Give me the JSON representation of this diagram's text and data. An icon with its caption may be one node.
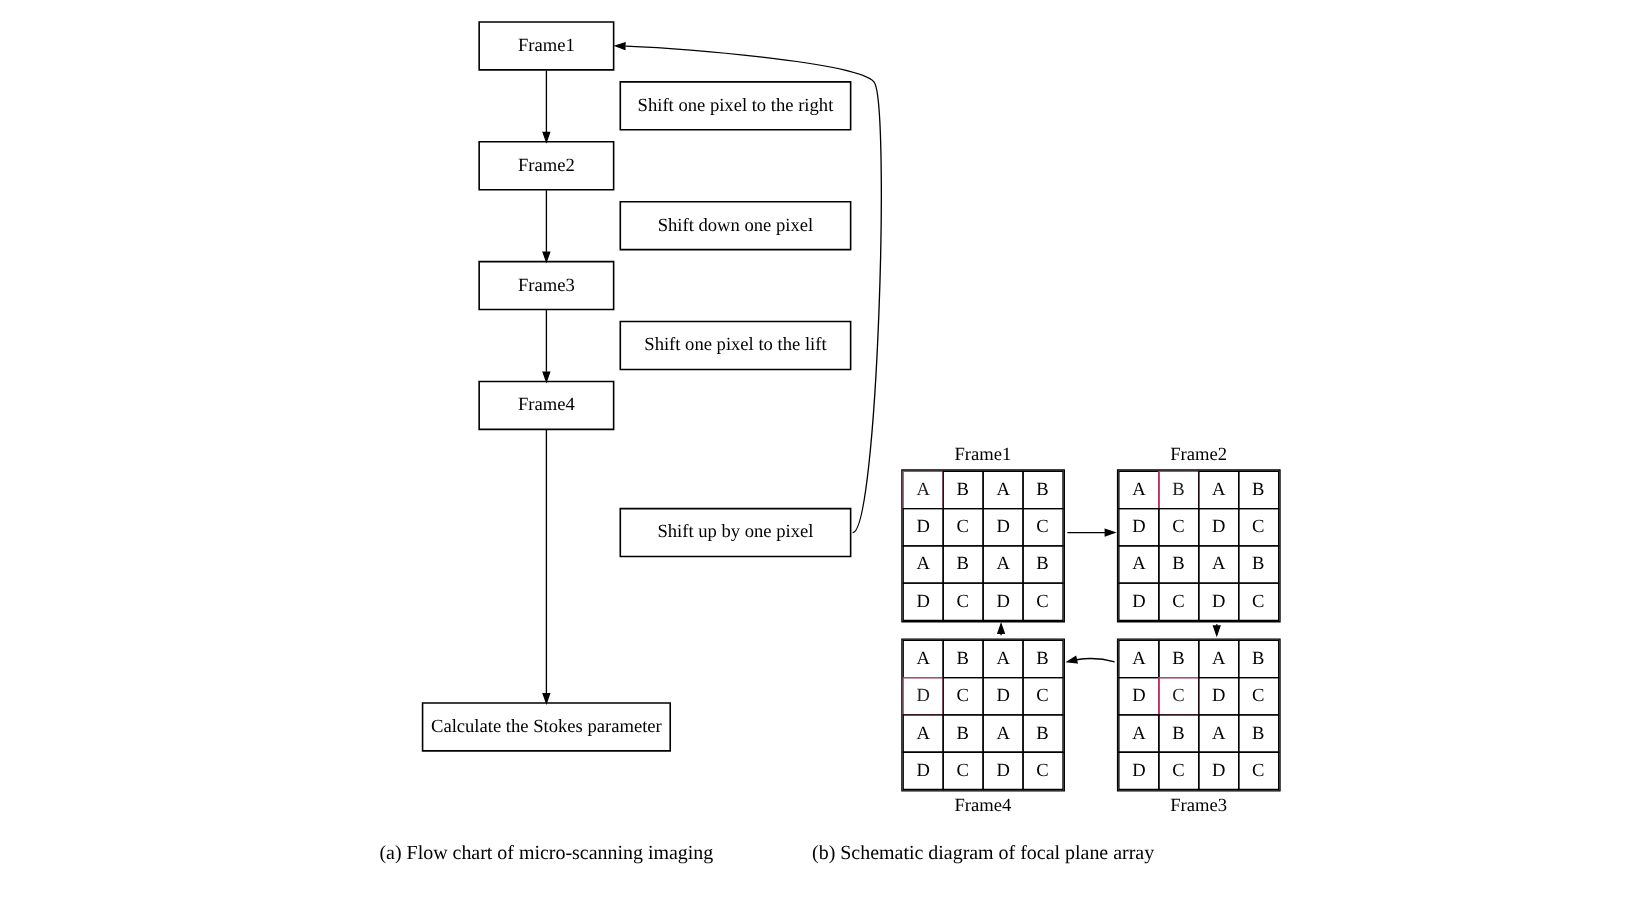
{
  "diagram": {
    "nodes": [
      {
        "text": [
          "Frame1"
        ]
      },
      {
        "text": [
          "Shift one pixel to the right"
        ]
      },
      {
        "text": [
          "Frame2"
        ]
      },
      {
        "text": [
          "Shift down one pixel"
        ]
      },
      {
        "text": [
          "Frame3"
        ]
      },
      {
        "text": [
          "Shift one pixel to the lift"
        ]
      },
      {
        "text": [
          "Frame4"
        ]
      },
      {
        "text": [
          "Shift up by one pixel"
        ]
      },
      {
        "text": [
          "Calculate the Stokes parameter"
        ]
      },
      {
        "text": [
          "Frame1",
          "A",
          "B",
          "A",
          "B",
          "D",
          "C",
          "D",
          "C",
          "A",
          "B",
          "A",
          "B",
          "D",
          "C",
          "D",
          "C"
        ]
      },
      {
        "text": [
          "Frame2",
          "A",
          "B",
          "A",
          "B",
          "D",
          "C",
          "D",
          "C",
          "A",
          "B",
          "A",
          "B",
          "D",
          "C",
          "D",
          "C"
        ]
      },
      {
        "text": [
          "Frame4",
          "A",
          "B",
          "A",
          "B",
          "D",
          "C",
          "D",
          "C",
          "A",
          "B",
          "A",
          "B",
          "D",
          "C",
          "D",
          "C"
        ]
      },
      {
        "text": [
          "Frame3",
          "A",
          "B",
          "A",
          "B",
          "D",
          "C",
          "D",
          "C",
          "A",
          "B",
          "A",
          "B",
          "D",
          "C",
          "D",
          "C"
        ]
      }
    ],
    "edges": [
      {
        "from": 0,
        "to": 2,
        "arrow": "to"
      },
      {
        "from": 2,
        "to": 4,
        "arrow": "to"
      },
      {
        "from": 4,
        "to": 6,
        "arrow": "to"
      },
      {
        "from": 6,
        "to": 8,
        "arrow": "to"
      },
      {
        "from": 7,
        "to": 0,
        "arrow": "to"
      },
      {
        "from": 9,
        "to": 10,
        "arrow": "to"
      },
      {
        "from": 10,
        "to": 12,
        "arrow": "to"
      },
      {
        "from": 12,
        "to": 11,
        "arrow": "to"
      },
      {
        "from": 11,
        "to": 9,
        "arrow": "to"
      }
    ],
    "labels": [
      "(a) Flow chart of micro-scanning imaging",
      "(b) Schematic diagram of focal plane array"
    ]
  }
}
